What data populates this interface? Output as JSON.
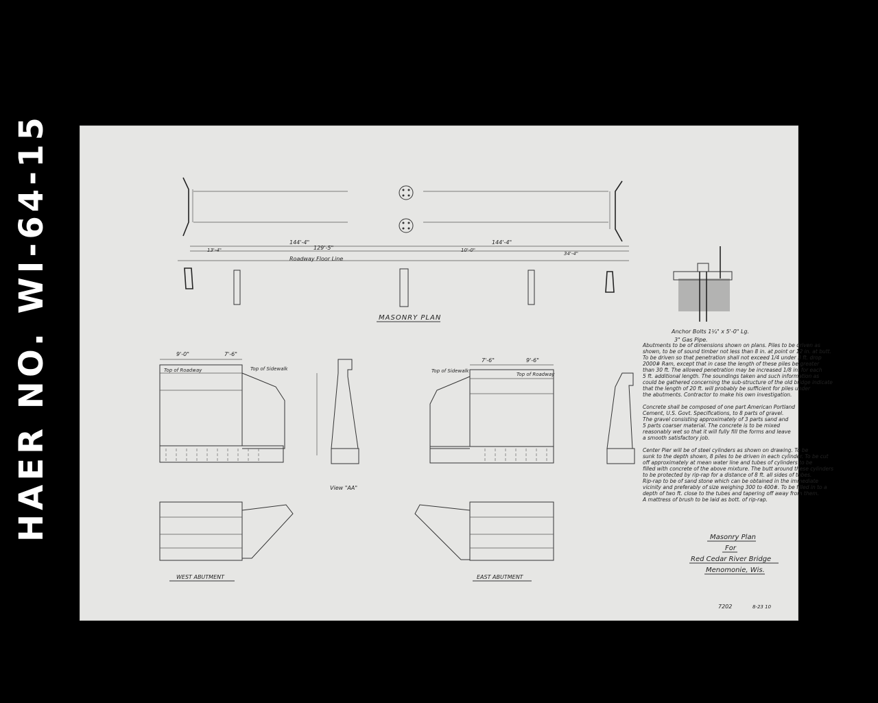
{
  "side_label": "HAER NO. WI-64-15",
  "drawing": {
    "masonry_plan_label": "MASONRY PLAN",
    "west_abutment_label": "WEST ABUTMENT",
    "east_abutment_label": "EAST ABUTMENT",
    "view_label": "View \"AA\"",
    "roadway_floor_line": "Roadway Floor Line",
    "top_of_roadway_w": "Top of Roadway",
    "top_of_sidewalk_w": "Top of Sidewalk",
    "top_of_sidewalk_e": "Top of Sidewalk",
    "top_of_roadway_e": "Top of Roadway",
    "dims": {
      "d1": "144'-4\"",
      "d2": "129'-5\"",
      "d3": "144'-4\"",
      "d4": "13'-4\"",
      "d5": "10'-0\"",
      "d6": "34'-4\"",
      "w1": "9'-0\"",
      "w2": "7'-6\"",
      "e1": "7'-6\"",
      "e2": "9'-6\""
    },
    "anchor_bolts": "Anchor Bolts 1¼\" x 5'-0\" Lg.",
    "gas_pipe": "3\" Gas Pipe.",
    "notes": [
      "Abutments to be of dimensions shown on plans. Piles to be driven as",
      "shown, to be of sound timber not less than 8 in. at point or 12 in. at butt.",
      "To be driven so that penetration shall not exceed 1/4 under 3 ft. drop",
      "2000# Ram, except that in case the length of these piles be greater",
      "than 30 ft. The allowed penetration may be increased 1/8 in. for each",
      "5 ft. additional length. The soundings taken and such information as",
      "could be gathered concerning the sub-structure of the old bridge indicate",
      "that the length of 20 ft. will probably be sufficient for piles under",
      "the abutments. Contractor to make his own investigation."
    ],
    "concrete_notes": [
      "Concrete shall be composed of one part American Portland",
      "Cement, U.S. Govt. Specifications, to 8 parts of gravel.",
      "The gravel consisting approximately of 3 parts sand and",
      "5 parts coarser material. The concrete is to be mixed",
      "reasonably wet so that it will fully fill the forms and leave",
      "a smooth satisfactory job."
    ],
    "pier_notes": [
      "Center Pier will be of steel cylinders as shown on drawing. To be",
      "sunk to the depth shown, 8 piles to be driven in each cylinder. To be cut",
      "off approximately at mean water line and tubes of cylinders to be",
      "filled with concrete of the above mixture. The butt around these cylinders",
      "to be protected by rip-rap for a distance of 8 ft. all sides of tubes.",
      "Rip-rap to be of sand stone which can be obtained in the immediate",
      "vicinity and preferably of size weighing 300 to 400#. To be filled in to a",
      "depth of two ft. close to the tubes and tapering off away from them.",
      "A mattress of brush to be laid as bott. of rip-rap."
    ],
    "title_block": {
      "line1": "Masonry Plan",
      "line2": "For",
      "line3": "Red Cedar River Bridge",
      "line4": "Menomonie, Wis."
    },
    "drawing_no": "7202",
    "date": "8-23 10"
  }
}
